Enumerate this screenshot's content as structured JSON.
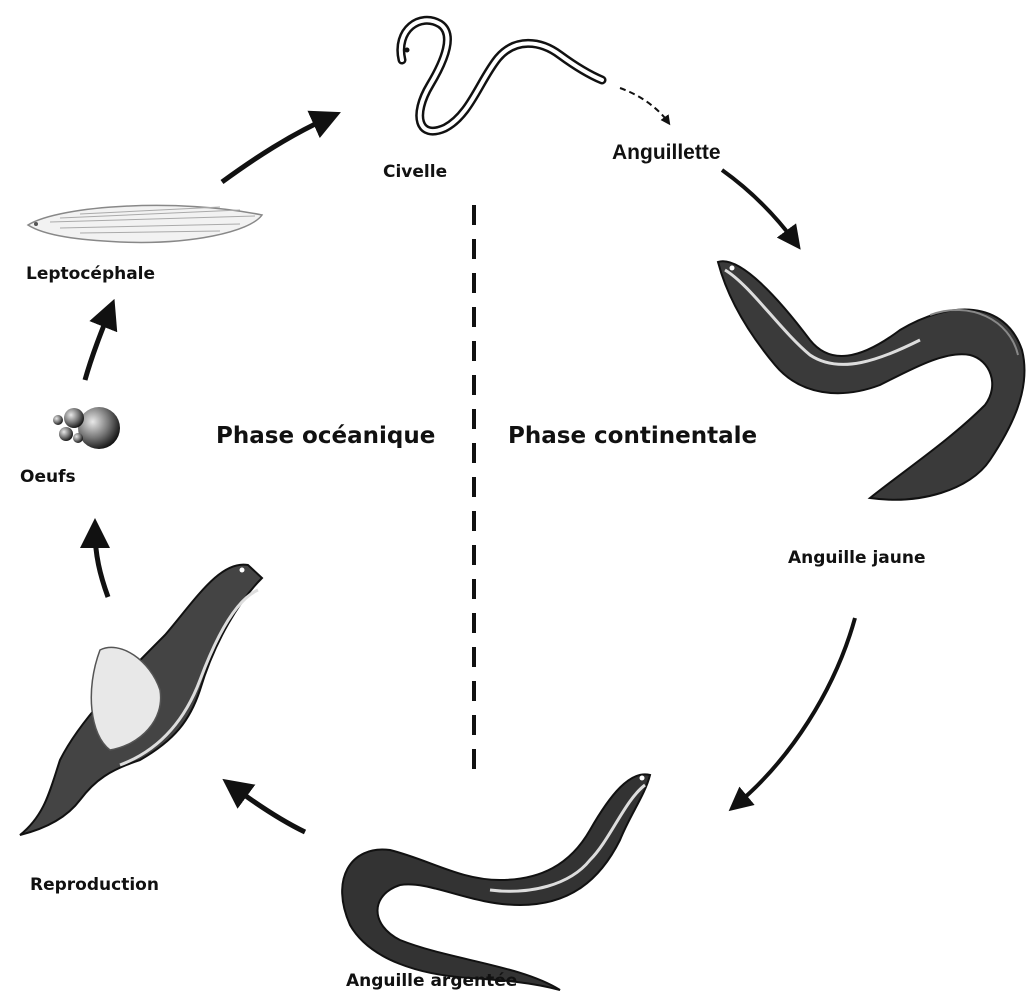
{
  "stages": {
    "civelle": "Civelle",
    "anguillette": "Anguillette",
    "leptocephale": "Leptocéphale",
    "oeufs": "Oeufs",
    "anguille_jaune": "Anguille jaune",
    "reproduction": "Reproduction",
    "anguille_argentee": "Anguille argentée"
  },
  "phases": {
    "oceanique": "Phase océanique",
    "continentale": "Phase continentale"
  },
  "colors": {
    "ink": "#111111",
    "background": "#ffffff"
  }
}
